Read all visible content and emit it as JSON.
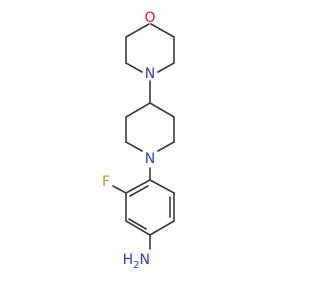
{
  "molecule": {
    "atom_colors": {
      "O": "#e8111f",
      "N": "#2f3bd6",
      "F": "#b59a2e"
    },
    "labels": {
      "morpholine_oxygen": "O",
      "morpholine_nitrogen": "N",
      "piperidine_nitrogen": "N",
      "fluorine": "F",
      "amine_h": "H",
      "amine_h_subscript": "2",
      "amine_n": "N"
    }
  }
}
